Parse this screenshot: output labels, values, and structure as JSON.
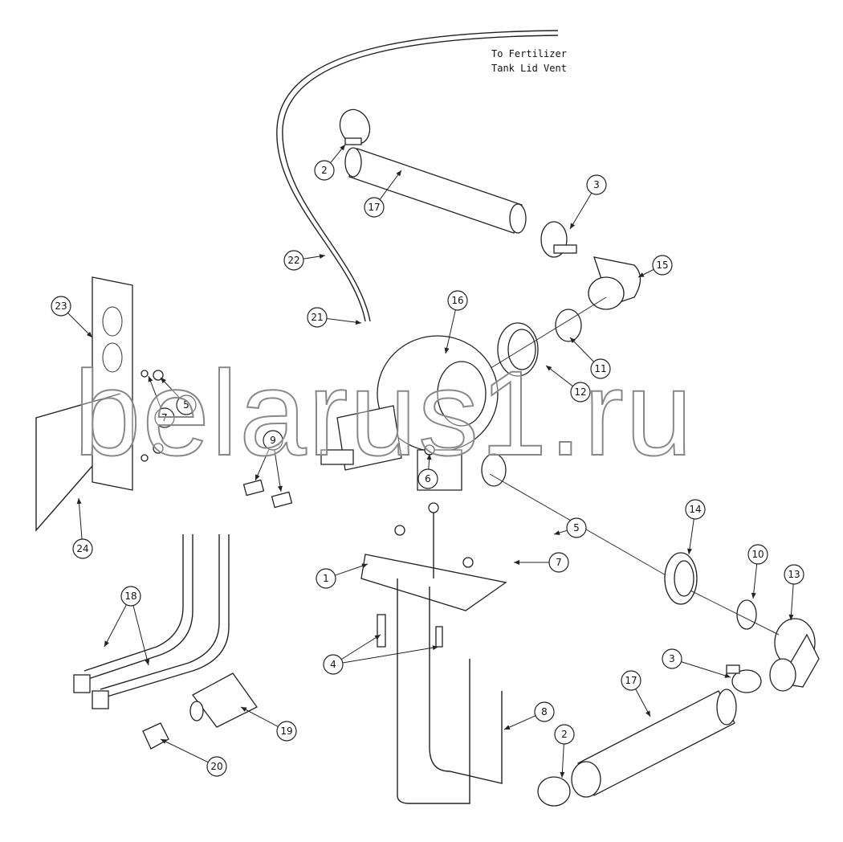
{
  "note": {
    "line1": "To Fertilizer",
    "line2": "Tank Lid Vent"
  },
  "watermark": "belarus1.ru",
  "callouts": [
    "2",
    "17",
    "3",
    "22",
    "15",
    "16",
    "21",
    "23",
    "11",
    "12",
    "5",
    "7",
    "9",
    "6",
    "24",
    "14",
    "5",
    "7",
    "10",
    "13",
    "1",
    "18",
    "4",
    "3",
    "17",
    "8",
    "19",
    "2",
    "20"
  ]
}
